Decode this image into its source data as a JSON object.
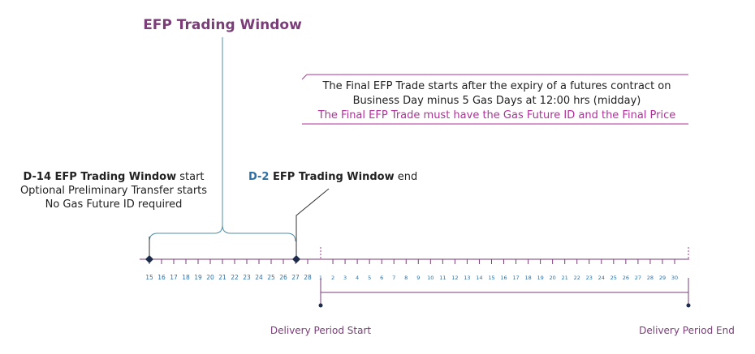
{
  "title": "EFP Trading Window",
  "final_trade_note": {
    "line1": "The Final EFP Trade starts after the expiry of a futures contract on",
    "line2": "Business Day minus 5 Gas Days at 12:00 hrs (midday)",
    "line3": "The Final EFP Trade must have the Gas Future ID and the Final Price"
  },
  "start_callout": {
    "bold": "D-14 EFP Trading Window",
    "rest": " start",
    "line2": "Optional Preliminary Transfer starts",
    "line3": "No Gas Future ID required"
  },
  "end_callout": {
    "marker": "D-2",
    "bold": " EFP Trading Window",
    "rest": " end"
  },
  "timeline": {
    "prev_month_days": [
      "15",
      "16",
      "17",
      "18",
      "19",
      "20",
      "21",
      "22",
      "23",
      "24",
      "25",
      "26",
      "27",
      "28"
    ],
    "delivery_days": [
      "1",
      "2",
      "3",
      "4",
      "5",
      "6",
      "7",
      "8",
      "9",
      "10",
      "11",
      "12",
      "13",
      "14",
      "15",
      "16",
      "17",
      "18",
      "19",
      "20",
      "21",
      "22",
      "23",
      "24",
      "25",
      "26",
      "27",
      "28",
      "29",
      "30"
    ]
  },
  "delivery_start_label": "Delivery Period Start",
  "delivery_end_label": "Delivery Period End",
  "colors": {
    "purple": "#7a3d78",
    "magenta": "#b0309a",
    "teal": "#4f8fa6",
    "blue": "#2b6fa6",
    "navy": "#1c2b4a",
    "gray": "#555555",
    "text": "#222222"
  }
}
